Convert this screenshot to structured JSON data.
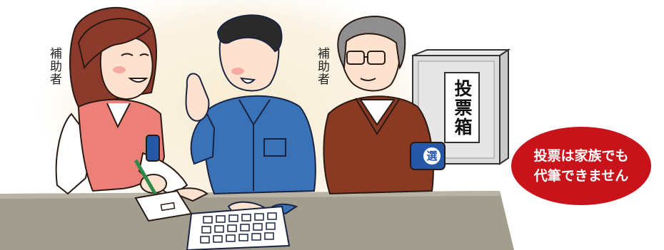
{
  "helper_label_left": "補助者",
  "helper_label_right": "補助者",
  "ballot_box_label": "投票箱",
  "armband_char": "選",
  "notice": {
    "line1": "投票は家族でも",
    "line2": "代筆できません"
  },
  "colors": {
    "notice_bg": "#c8131a",
    "glow": "#f7ecd2",
    "desk": "#a39d90",
    "vest": "#ec8078",
    "shirt_blue": "#3a72b8",
    "sweater_brown": "#8a3a23",
    "armband_blue": "#2758a8"
  }
}
